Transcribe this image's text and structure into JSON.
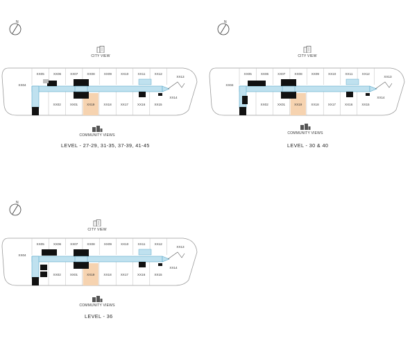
{
  "plans": [
    {
      "level_label": "LEVEL - 27-29, 31-35, 37-39, 41-45",
      "top_view": "CITY VIEW",
      "bottom_view": "COMMUNITY VIEWS",
      "north": "N",
      "top_units": [
        "XX05",
        "XX06",
        "XX07",
        "XX08",
        "XX09",
        "XX10",
        "XX11",
        "XX12"
      ],
      "bottom_units": [
        "XX02",
        "XX01",
        "XX19",
        "XX18",
        "XX17",
        "XX16",
        "XX15"
      ],
      "left_unit": "XX04",
      "right_top_unit": "XX13",
      "right_bottom_unit": "XX14",
      "highlighted_unit": "XX19"
    },
    {
      "level_label": "LEVEL - 30 & 40",
      "top_view": "CITY VIEW",
      "bottom_view": "COMMUNITY VIEWS",
      "north": "N",
      "top_units": [
        "XX05",
        "XX06",
        "XX07",
        "XX08",
        "XX09",
        "XX10",
        "XX11",
        "XX12"
      ],
      "bottom_units": [
        "XX02",
        "XX01",
        "XX19",
        "XX18",
        "XX17",
        "XX16",
        "XX15"
      ],
      "left_unit": "XX04",
      "right_top_unit": "XX13",
      "right_bottom_unit": "XX14",
      "highlighted_unit": "XX19"
    },
    {
      "level_label": "LEVEL - 36",
      "top_view": "CITY VIEW",
      "bottom_view": "COMMUNITY VIEWS",
      "north": "N",
      "top_units": [
        "XX05",
        "XX06",
        "XX07",
        "XX08",
        "XX09",
        "XX10",
        "XX11",
        "XX12"
      ],
      "bottom_units": [
        "XX02",
        "XX01",
        "XX19",
        "XX18",
        "XX17",
        "XX16",
        "XX15"
      ],
      "left_unit": "XX04",
      "right_top_unit": "XX13",
      "right_bottom_unit": "XX14",
      "highlighted_unit": "XX19"
    }
  ],
  "colors": {
    "corridor": "#bfe1ef",
    "corridor_stroke": "#5aa8c8",
    "highlight": "#f6d3b0",
    "core": "#111111",
    "outline": "#9a9a9a"
  }
}
